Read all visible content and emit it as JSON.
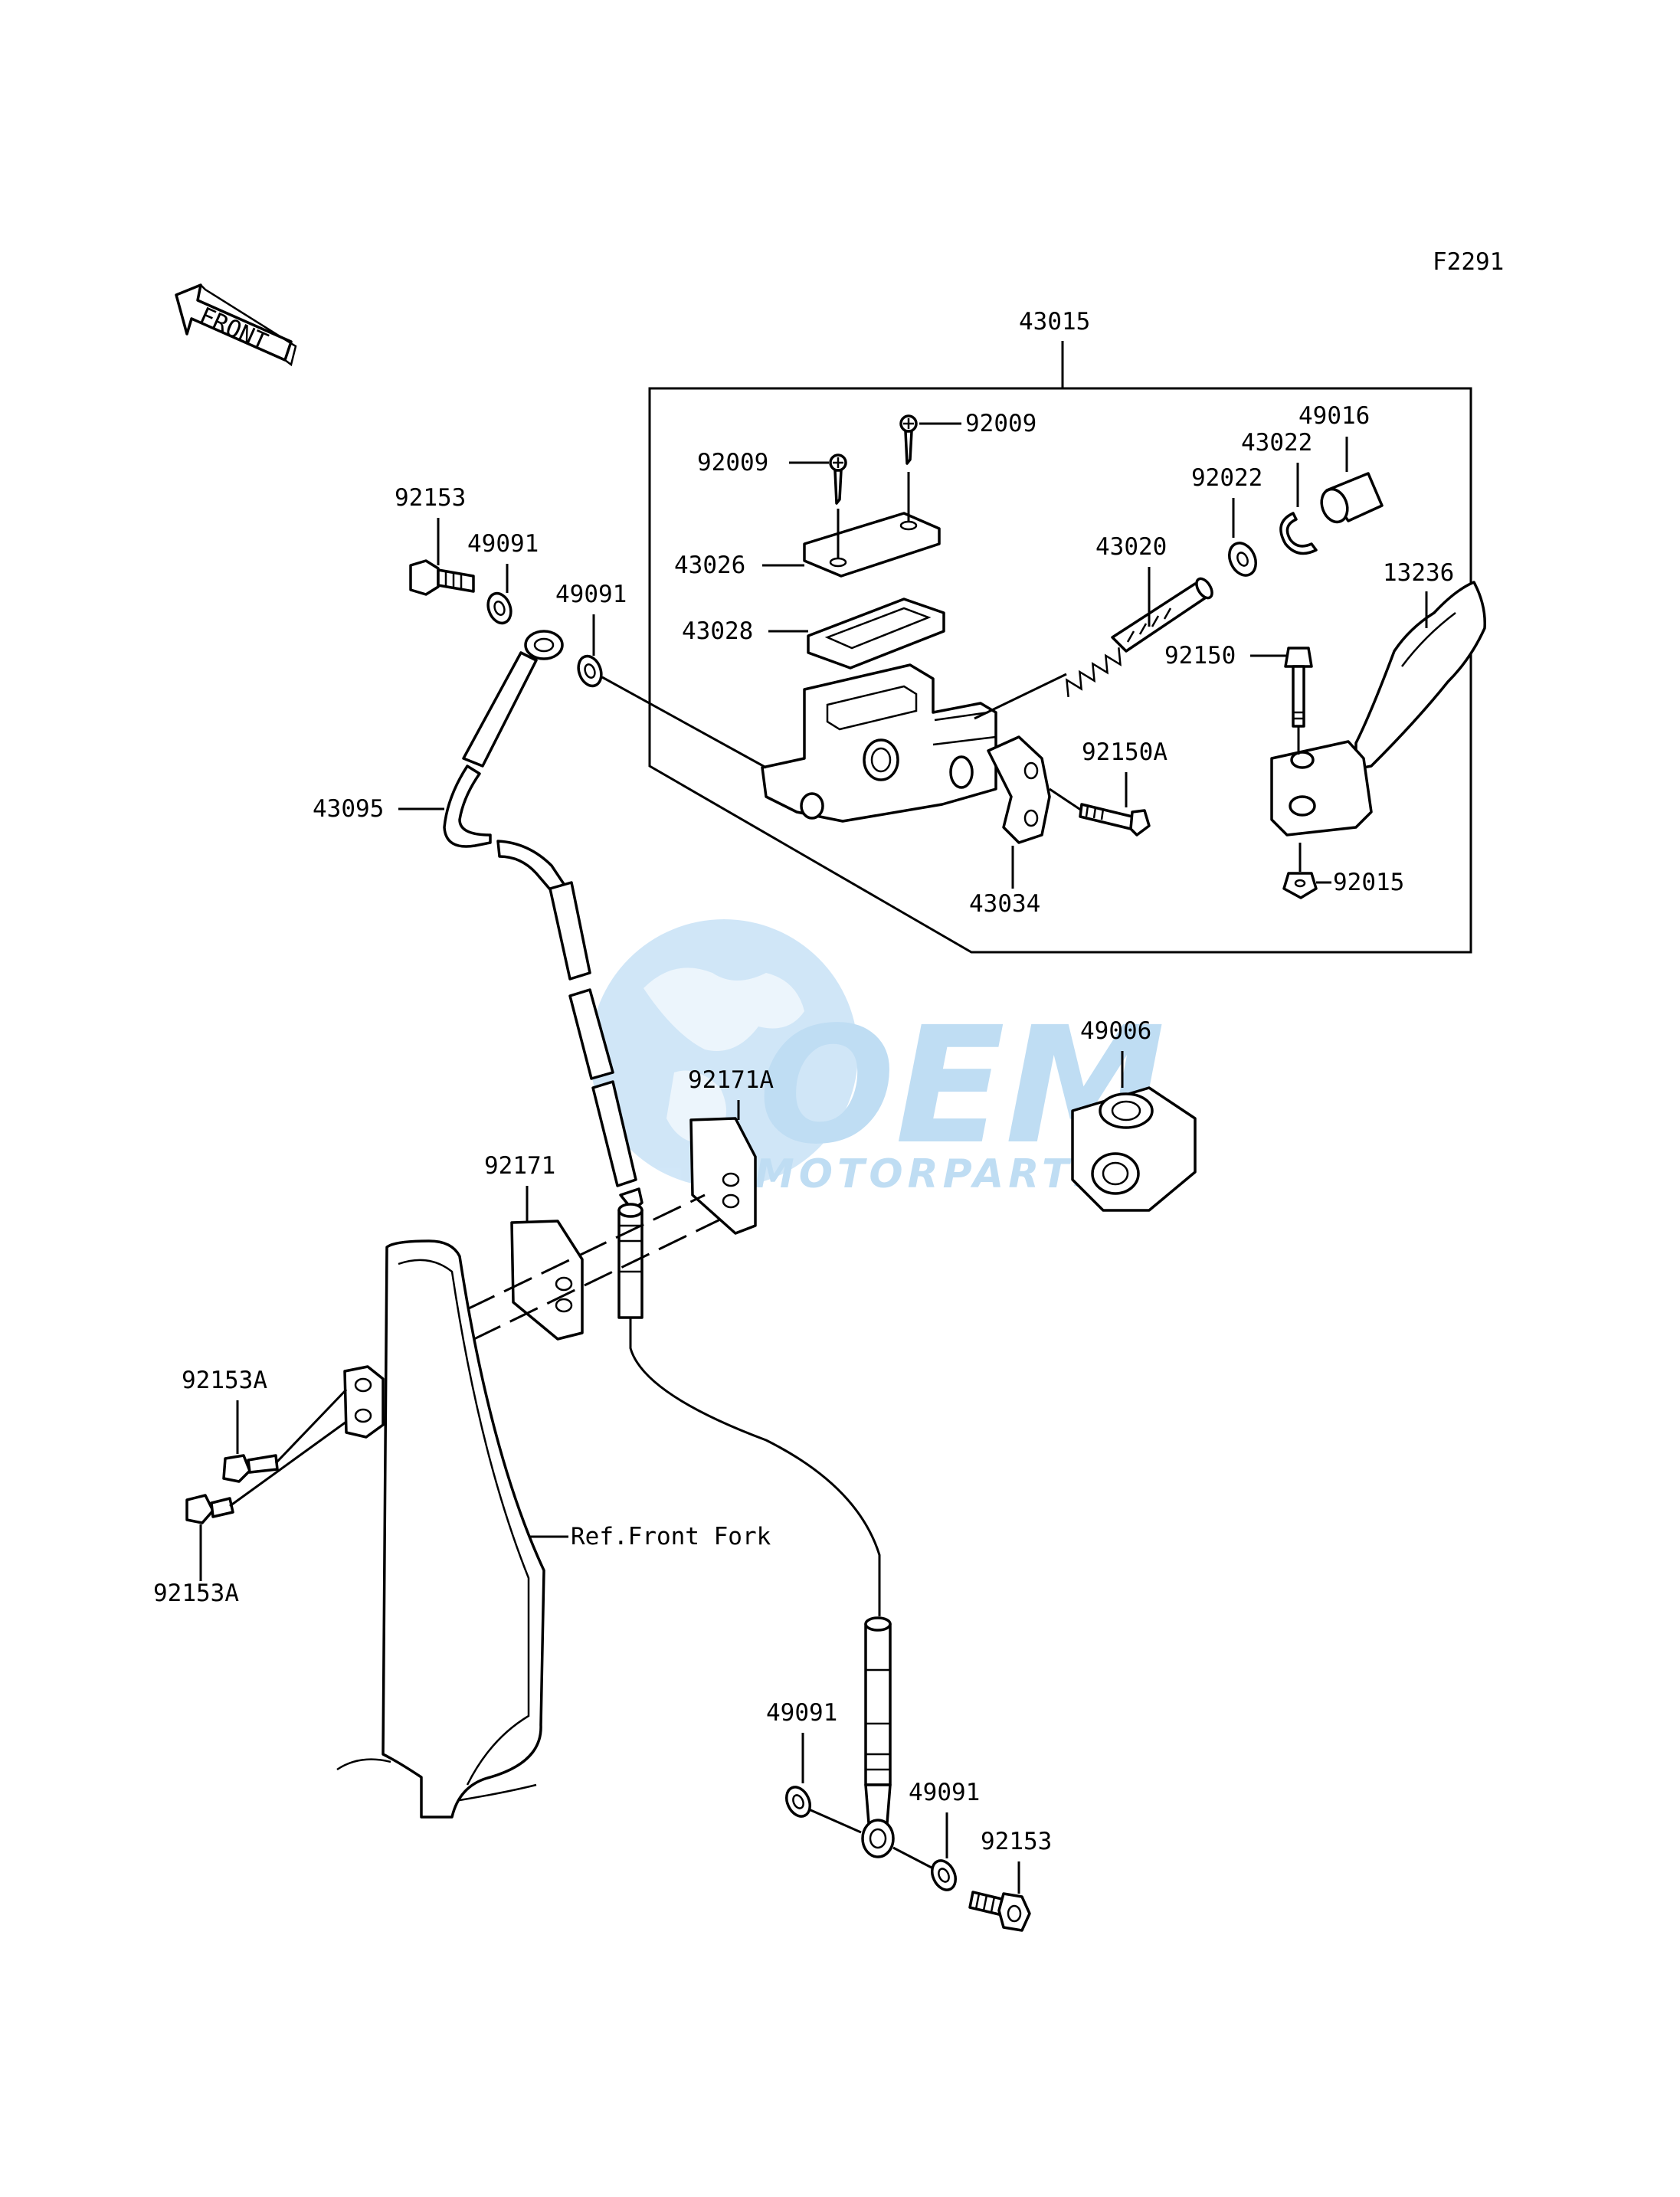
{
  "diagram_code": "F2291",
  "front_arrow_label": "FRONT",
  "reference_label": "Ref.Front Fork",
  "watermark": {
    "brand": "OEM",
    "subtitle": "MOTORPARTS",
    "color": "#1e88d6"
  },
  "parts": {
    "p43015": "43015",
    "p92009_top": "92009",
    "p92009_left": "92009",
    "p49016": "49016",
    "p43022": "43022",
    "p92022": "92022",
    "p43026": "43026",
    "p43020": "43020",
    "p13236": "13236",
    "p43028": "43028",
    "p92150": "92150",
    "p92150A": "92150A",
    "p43034": "43034",
    "p92015": "92015",
    "p92153_top": "92153",
    "p49091_top_a": "49091",
    "p49091_top_b": "49091",
    "p43095": "43095",
    "p49006": "49006",
    "p92171A": "92171A",
    "p92171": "92171",
    "p92153A_a": "92153A",
    "p92153A_b": "92153A",
    "p49091_bot_a": "49091",
    "p49091_bot_b": "49091",
    "p92153_bot": "92153"
  }
}
